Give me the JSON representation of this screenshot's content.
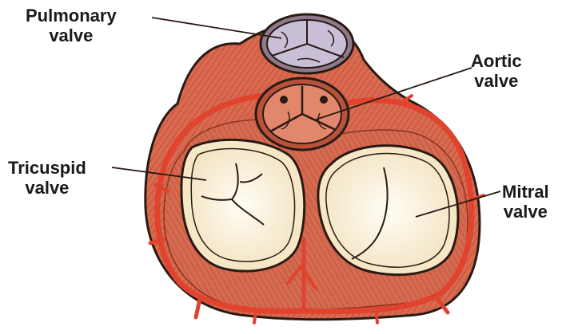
{
  "labels": {
    "pulmonary": {
      "line1": "Pulmonary",
      "line2": "valve"
    },
    "aortic": {
      "line1": "Aortic",
      "line2": "valve"
    },
    "tricuspid": {
      "line1": "Tricuspid",
      "line2": "valve"
    },
    "mitral": {
      "line1": "Mitral",
      "line2": "valve"
    }
  },
  "colors": {
    "muscle": "#d9694f",
    "muscle_dark": "#b84a32",
    "artery": "#e0432e",
    "valve_cream": "#fbf2dc",
    "pulmonary_valve": "#c9c0d8",
    "aortic_valve": "#e3876c",
    "outline": "#2a1a14"
  }
}
